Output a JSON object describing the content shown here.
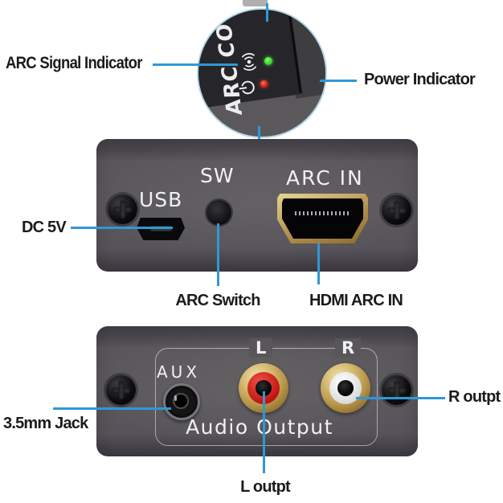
{
  "colors": {
    "callout_blue": "#2f98d5",
    "inset_border": "#b2d7e7",
    "led_green": "#3fd32f",
    "led_red": "#ea1c14",
    "device_gray": "#59565a",
    "bevel_gray": "#454349",
    "gold": "#c7a85e",
    "rca_red": "#c8231d",
    "rca_white": "#ededee",
    "panel_white": "#f1f1f3",
    "label_black": "#1b1b1b"
  },
  "inset": {
    "panel_text": "ARC CO",
    "icons": {
      "signal": "arc-signal-icon",
      "power": "power-icon",
      "signal_led": "green-led",
      "power_led": "red-led"
    }
  },
  "callouts": {
    "arc_signal_indicator": "ARC Signal Indicator",
    "power_indicator": "Power Indicator",
    "dc_5v": "DC 5V",
    "arc_switch": "ARC Switch",
    "hdmi_arc_in": "HDMI ARC IN",
    "jack_35mm": "3.5mm Jack",
    "l_output": "L outpt",
    "r_output": "R outpt"
  },
  "front_panel": {
    "usb": "USB",
    "sw": "SW",
    "arc_in": "ARC IN"
  },
  "output_panel": {
    "aux": "AUX",
    "left": "L",
    "right": "R",
    "audio_output": "Audio Output"
  }
}
